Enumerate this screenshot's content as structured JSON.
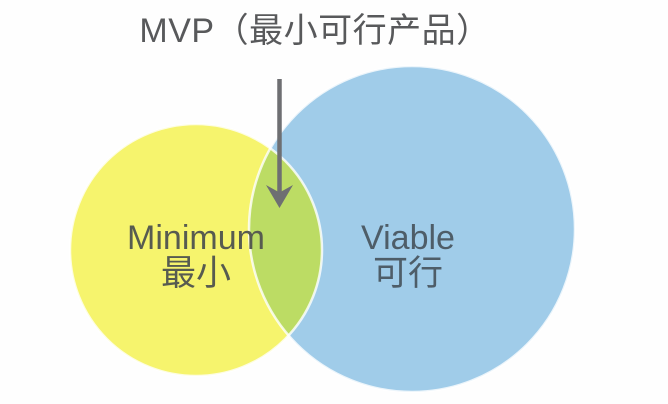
{
  "diagram": {
    "title": "MVP（最小可行产品）",
    "title_color": "#58595b",
    "background_color": "#fefefe",
    "arrow": {
      "description": "down-arrow from title to overlap region",
      "color": "#6e6f72"
    },
    "overlap": {
      "color": "#bcdc64"
    },
    "left_circle": {
      "id": "minimum",
      "fill": "#f6f46d",
      "label_en": "Minimum",
      "label_zh": "最小",
      "text_color": "#575b50"
    },
    "right_circle": {
      "id": "viable",
      "fill": "#a0cce9",
      "label_en": "Viable",
      "label_zh": "可行",
      "text_color": "#4e5d68"
    },
    "edge_stroke_color": "#ffffff"
  }
}
